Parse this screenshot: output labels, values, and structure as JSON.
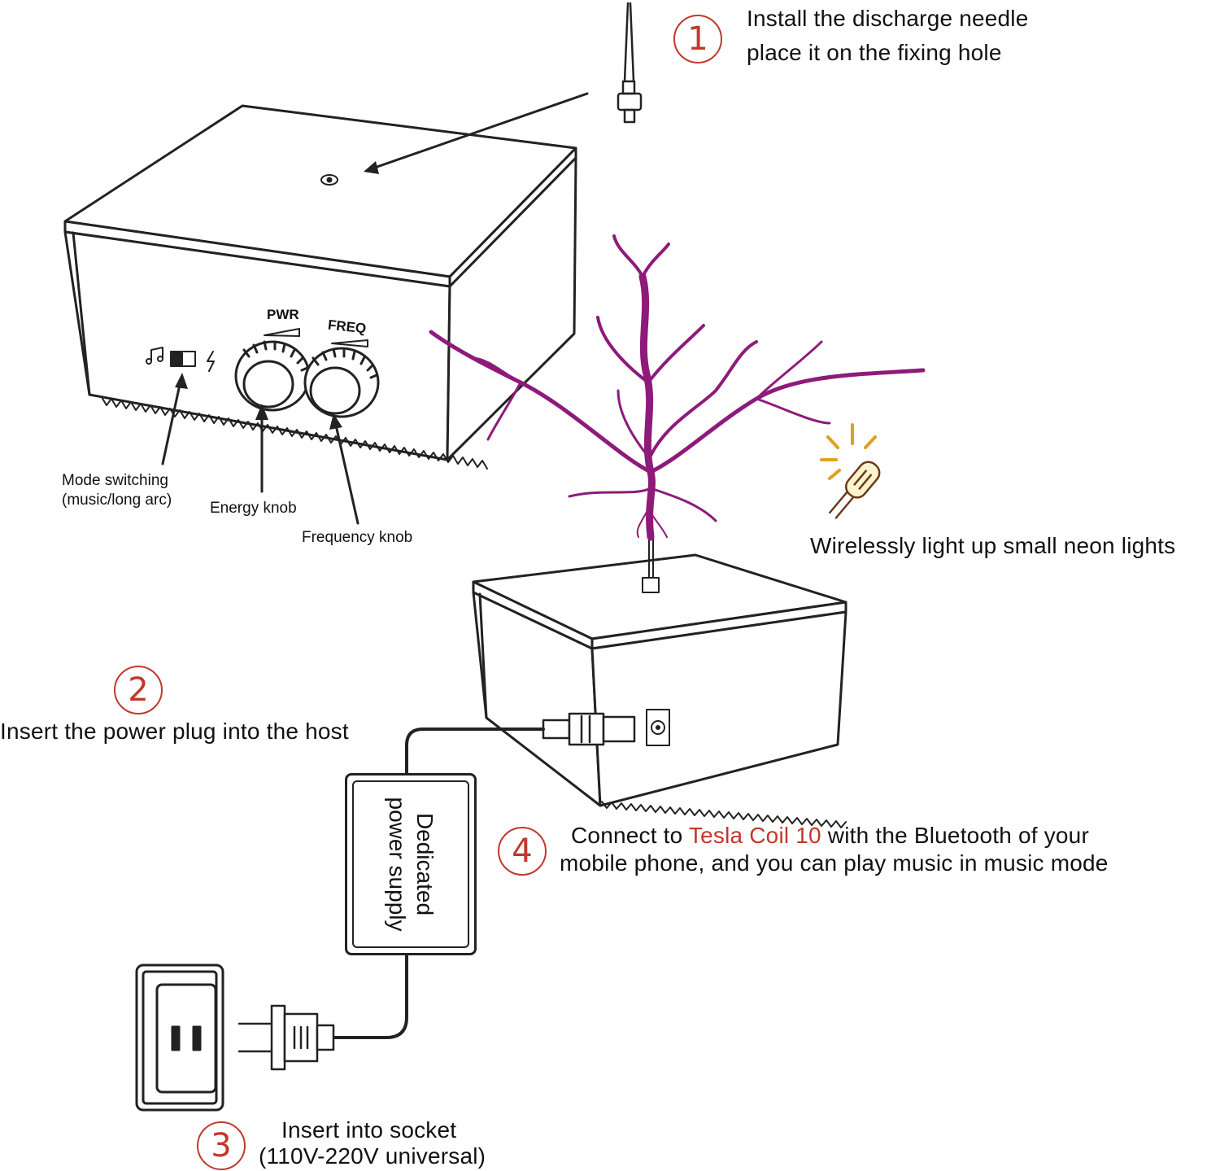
{
  "steps": [
    {
      "number": "1",
      "lines": [
        "Install the discharge needle",
        "place it on the fixing hole"
      ]
    },
    {
      "number": "2",
      "lines": [
        "Insert the power plug into the host"
      ]
    },
    {
      "number": "3",
      "lines": [
        "Insert into socket",
        "(110V-220V universal)"
      ]
    },
    {
      "number": "4",
      "before": "Connect to ",
      "highlight": "Tesla Coil 10",
      "after": " with the Bluetooth of your",
      "line2": "mobile phone, and you can play music in music mode"
    }
  ],
  "callouts": {
    "mode": [
      "Mode switching",
      "(music/long arc)"
    ],
    "energy": "Energy knob",
    "frequency": "Frequency knob",
    "neon": "Wirelessly light up small neon lights"
  },
  "knob_labels": {
    "pwr": "PWR",
    "freq": "FREQ"
  },
  "psu": [
    "Dedicated",
    "power supply"
  ],
  "colors": {
    "accent": "#c0392b",
    "arc": "#8e1a7a",
    "lamp": "#e0a020",
    "line": "#222222"
  },
  "icons": [
    "music-note-icon",
    "lightning-icon",
    "neon-bulb-icon",
    "wall-socket-icon",
    "power-plug-icon"
  ]
}
